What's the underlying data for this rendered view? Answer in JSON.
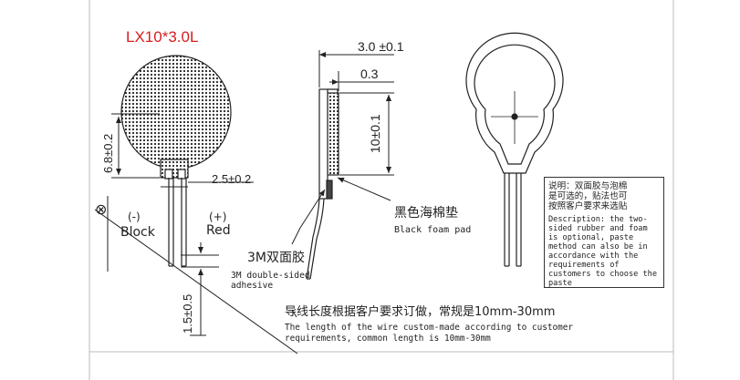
{
  "title": "LX10*3.0L",
  "dimensions": {
    "thickness_total": "3.0 ±0.1",
    "thickness_plate": "0.3",
    "diameter": "10±0.1",
    "tab_height": "6.8±0.2",
    "tab_width": "2.5±0.2",
    "strip_length": "1.5±0.5",
    "diameter_symbol": "⊗"
  },
  "wires": {
    "black_sign": "(-)",
    "black_label": "Block",
    "red_sign": "(+)",
    "red_label": "Red"
  },
  "callouts": {
    "foam_cn": "黑色海棉垫",
    "foam_en": "Black foam pad",
    "adhesive_cn": "3M双面胶",
    "adhesive_en_1": "3M double-sided",
    "adhesive_en_2": "adhesive",
    "wire_cn": "导线长度根据客户要求订做，常规是10mm-30mm",
    "wire_en_1": "The length of the wire custom-made according to customer",
    "wire_en_2": "requirements, common length is 10mm-30mm"
  },
  "note": {
    "cn_1": "说明：双面胶与泡棉",
    "cn_2": "是可选的，贴法也可",
    "cn_3": "按照客户要求来选贴",
    "en": "Description: the two-sided rubber and foam is optional, paste method can also be in accordance with the requirements of customers to choose the paste"
  }
}
